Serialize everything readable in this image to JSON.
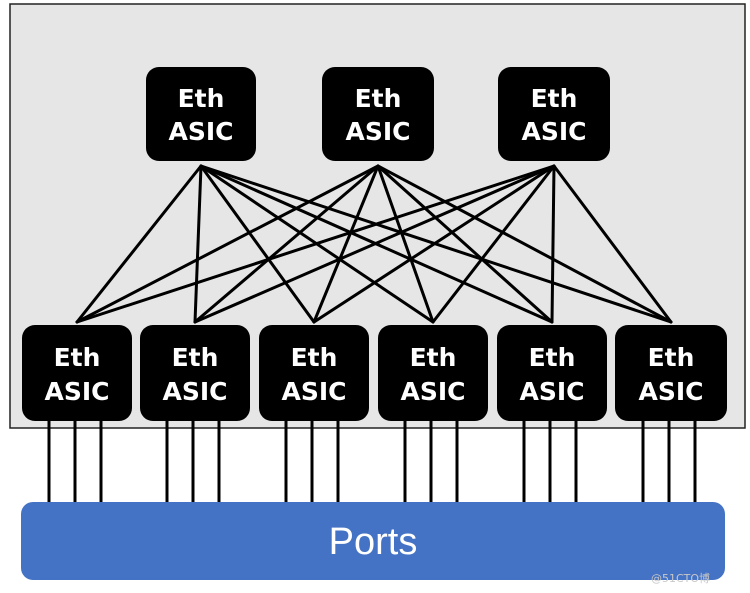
{
  "spine_asics": [
    {
      "line1": "Eth",
      "line2": "ASIC"
    },
    {
      "line1": "Eth",
      "line2": "ASIC"
    },
    {
      "line1": "Eth",
      "line2": "ASIC"
    }
  ],
  "leaf_asics": [
    {
      "line1": "Eth",
      "line2": "ASIC"
    },
    {
      "line1": "Eth",
      "line2": "ASIC"
    },
    {
      "line1": "Eth",
      "line2": "ASIC"
    },
    {
      "line1": "Eth",
      "line2": "ASIC"
    },
    {
      "line1": "Eth",
      "line2": "ASIC"
    },
    {
      "line1": "Eth",
      "line2": "ASIC"
    }
  ],
  "ports": {
    "label": "Ports"
  },
  "watermark": {
    "text": "@51CTO博"
  },
  "colors": {
    "chassis_fill": "#e6e6e6",
    "asic_fill": "#000000",
    "ports_fill": "#4472c4",
    "link_color": "#000000"
  }
}
